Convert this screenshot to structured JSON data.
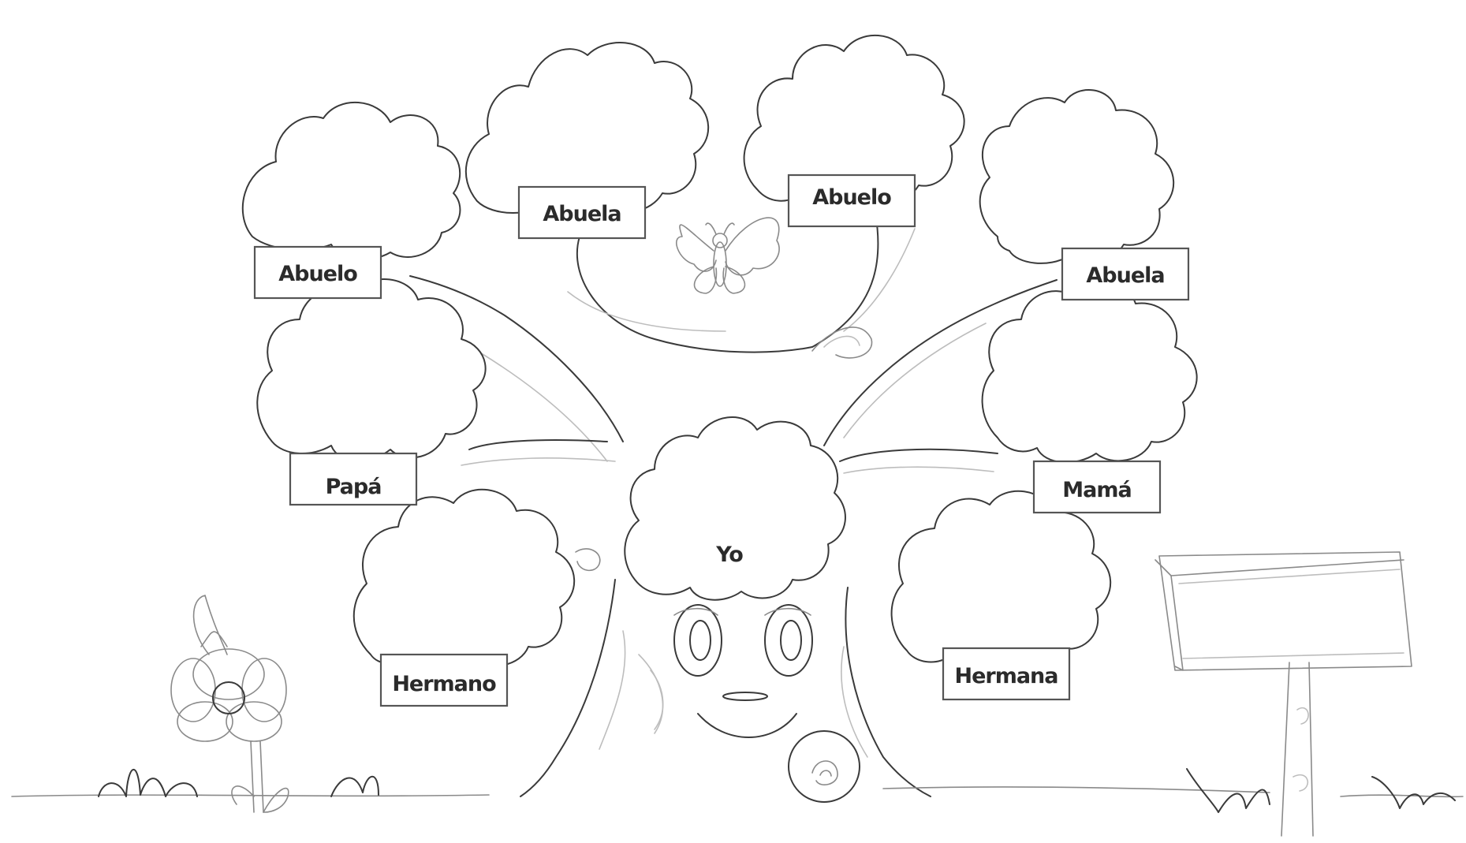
{
  "tree": {
    "labels": {
      "abuelo_left": "Abuelo",
      "abuela_top_left": "Abuela",
      "abuelo_top_right": "Abuelo",
      "abuela_right": "Abuela",
      "papa": "Papá",
      "mama": "Mamá",
      "yo": "Yo",
      "hermano": "Hermano",
      "hermana": "Hermana"
    },
    "sign": {
      "text": ""
    },
    "decor": {
      "butterfly_icon": "butterfly-icon",
      "flower_icon": "flower-icon",
      "face": "tree-face"
    }
  }
}
